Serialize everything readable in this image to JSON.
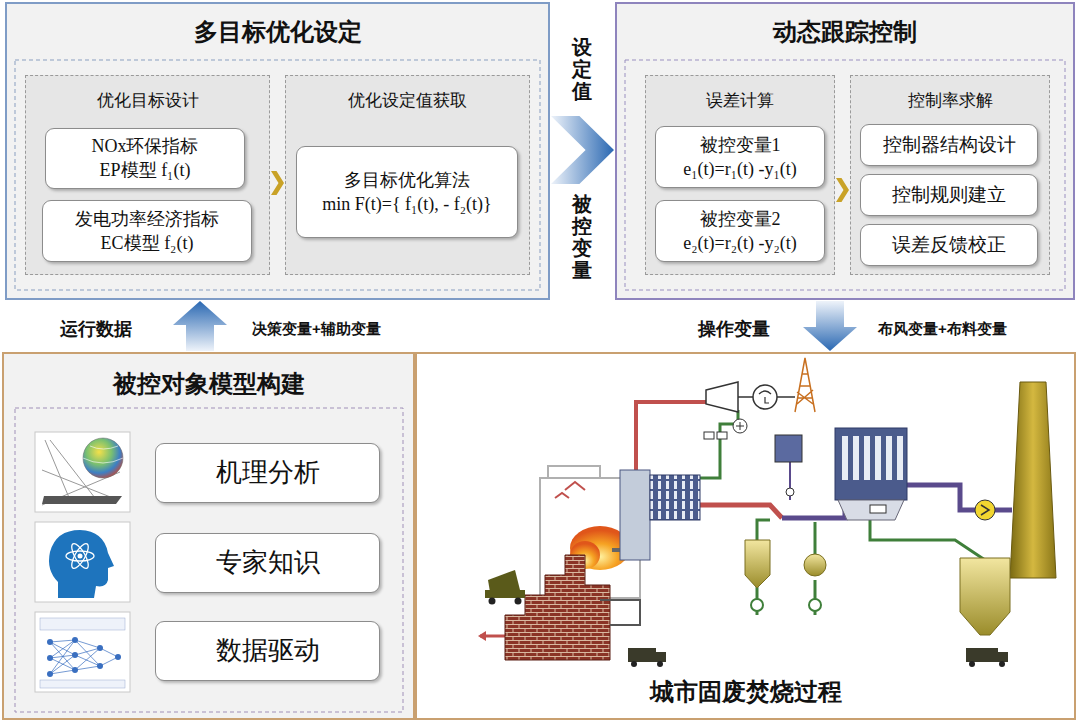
{
  "diagram": {
    "nodes": [
      {
        "text": [
          "多目标优化设定"
        ]
      },
      {
        "text": [
          "优化目标设计"
        ],
        "in": 0
      },
      {
        "text": [
          "NOx环保指标 EP模型 f₁(t)"
        ],
        "in": 1
      },
      {
        "text": [
          "发电功率经济指标 EC模型 f₂(t)"
        ],
        "in": 1
      },
      {
        "text": [
          "优化设定值获取"
        ],
        "in": 0
      },
      {
        "text": [
          "多目标优化算法 min F(t)={ f₁(t), - f₂(t)}"
        ],
        "in": 4
      },
      {
        "text": [
          "动态跟踪控制"
        ]
      },
      {
        "text": [
          "误差计算"
        ],
        "in": 6
      },
      {
        "text": [
          "被控变量1 e₁(t)=r₁(t) -y₁(t)"
        ],
        "in": 7
      },
      {
        "text": [
          "被控变量2 e₂(t)=r₂(t) -y₂(t)"
        ],
        "in": 7
      },
      {
        "text": [
          "控制率求解"
        ],
        "in": 6
      },
      {
        "text": [
          "控制器结构设计"
        ],
        "in": 10
      },
      {
        "text": [
          "控制规则建立"
        ],
        "in": 10
      },
      {
        "text": [
          "误差反馈校正"
        ],
        "in": 10
      },
      {
        "text": [
          "被控对象模型构建"
        ]
      },
      {
        "text": [
          "机理分析"
        ],
        "in": 14
      },
      {
        "text": [
          "专家知识"
        ],
        "in": 14
      },
      {
        "text": [
          "数据驱动"
        ],
        "in": 14
      },
      {
        "text": [
          "城市固废焚烧过程"
        ]
      }
    ],
    "edges": [
      {
        "from": 1,
        "to": 4,
        "arrow": "to"
      },
      {
        "from": 7,
        "to": 10,
        "arrow": "to"
      },
      {
        "from": 0,
        "to": 6,
        "label": "设定值",
        "arrow": "to"
      },
      {
        "from": 14,
        "to": 0,
        "label": "运行数据",
        "arrow": "to"
      },
      {
        "from": 6,
        "to": 18,
        "label": "操作变量",
        "arrow": "to"
      }
    ],
    "labels": [
      "被控变量",
      "决策变量+辅助变量",
      "布风变量+布料变量"
    ]
  }
}
